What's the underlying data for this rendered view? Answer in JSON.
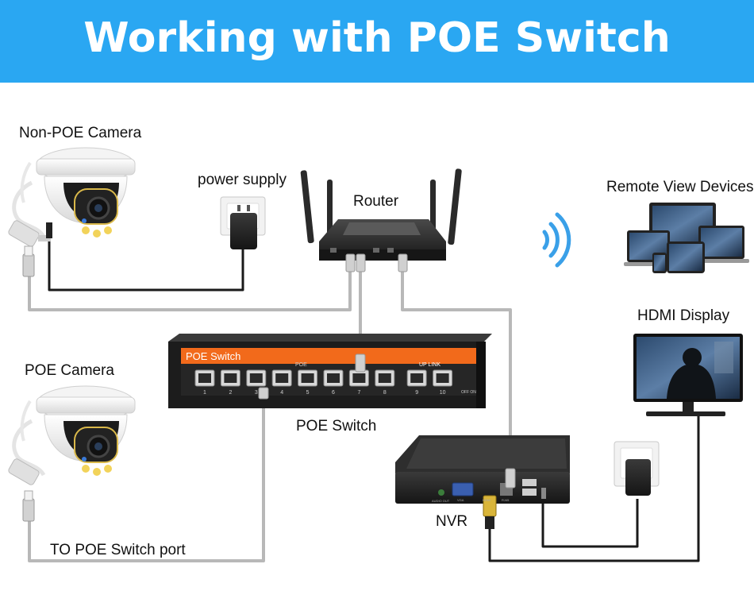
{
  "title": "Working with POE Switch",
  "labels": {
    "non_poe_camera": "Non-POE Camera",
    "power_supply": "power supply",
    "router": "Router",
    "remote_view_devices": "Remote View Devices",
    "poe_camera": "POE Camera",
    "poe_switch": "POE Switch",
    "hdmi_display": "HDMI Display",
    "nvr": "NVR",
    "to_poe_switch_port": "TO POE Switch port"
  },
  "switch_panel": {
    "brand": "POE Switch",
    "poe_group": "POE",
    "uplink_group": "UP LINK",
    "port_numbers": [
      "1",
      "2",
      "3",
      "4",
      "5",
      "6",
      "7",
      "8",
      "9",
      "10"
    ],
    "off_on": "OFF ON"
  },
  "nvr_panel": {
    "audio_out": "AUDIO OUT",
    "vga": "VGA",
    "hdmi": "HDMI",
    "rj45": "RJ45"
  },
  "colors": {
    "banner": "#2aa7f2",
    "switch_orange": "#f26a1b",
    "cable_gray": "#b8b8b8",
    "cable_black": "#1a1a1a",
    "wifi_blue": "#3aa0e8"
  }
}
